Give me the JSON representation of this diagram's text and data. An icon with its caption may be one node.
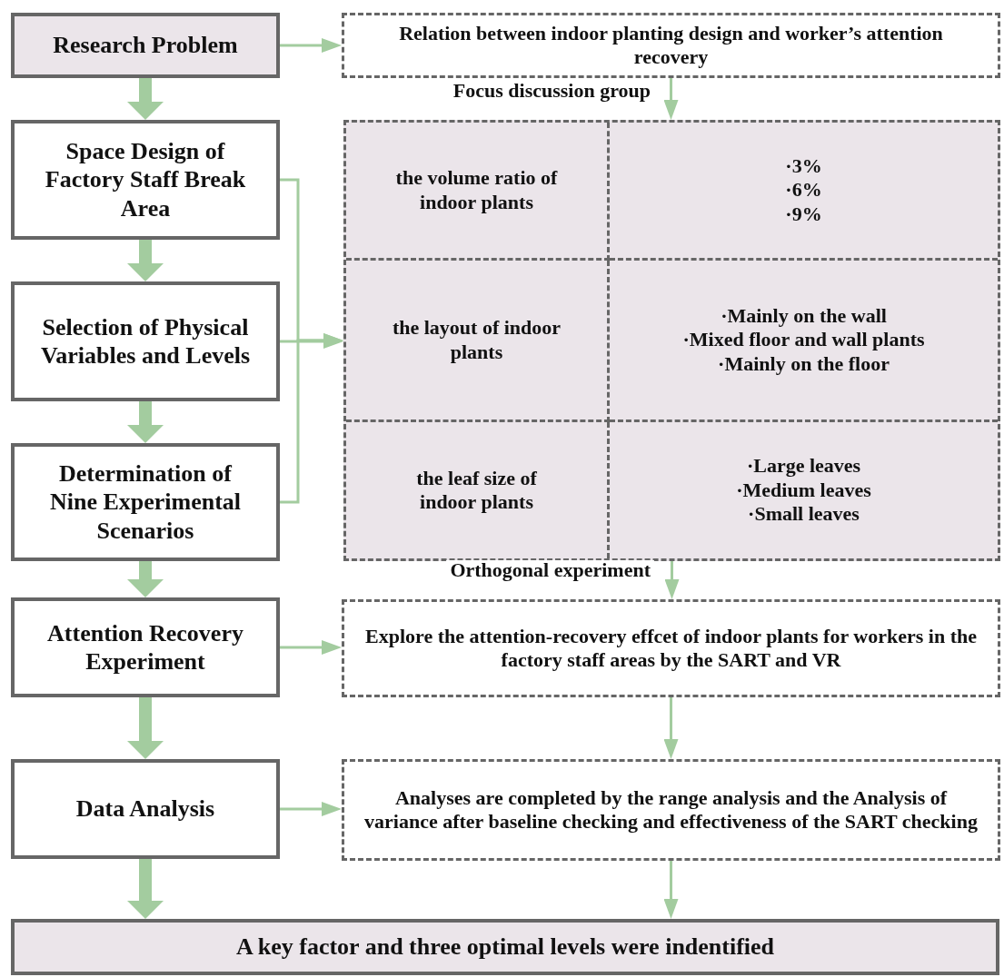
{
  "diagram": {
    "nodes": [
      {
        "text": [
          "Research Problem"
        ]
      },
      {
        "text": [
          "Space Design of Factory Staff Break Area"
        ]
      },
      {
        "text": [
          "Selection of Physical Variables and Levels"
        ]
      },
      {
        "text": [
          "Determination of Nine Experimental Scenarios"
        ]
      },
      {
        "text": [
          "Attention Recovery Experiment"
        ]
      },
      {
        "text": [
          "Data Analysis"
        ]
      },
      {
        "text": [
          "A key factor and three optimal levels were indentified"
        ]
      },
      {
        "text": [
          "Relation between indoor planting design and worker’s attention recovery"
        ]
      },
      {
        "text": [],
        "shape": "box"
      },
      {
        "text": [
          "the volume ratio of indoor plants"
        ],
        "in": 8
      },
      {
        "text": [
          "·3%",
          "·6%",
          "·9%"
        ],
        "in": 8
      },
      {
        "text": [
          "the layout of indoor plants"
        ],
        "in": 8
      },
      {
        "text": [
          "·Mainly on the wall",
          "·Mixed floor and wall plants",
          "·Mainly on the floor"
        ],
        "in": 8
      },
      {
        "text": [
          "the leaf size of indoor plants"
        ],
        "in": 8
      },
      {
        "text": [
          "·Large leaves",
          "·Medium leaves",
          "·Small leaves"
        ],
        "in": 8
      },
      {
        "text": [
          "Explore the attention-recovery effcet of indoor plants for workers in the factory staff areas by the SART and VR"
        ]
      },
      {
        "text": [
          "Analyses are completed by the range analysis and the Analysis of variance after baseline checking and effectiveness of the SART checking"
        ]
      }
    ],
    "edges": [
      {
        "from": 0,
        "to": 1,
        "arrow": "to",
        "style": "thick"
      },
      {
        "from": 1,
        "to": 2,
        "arrow": "to",
        "style": "thick"
      },
      {
        "from": 2,
        "to": 3,
        "arrow": "to",
        "style": "thick"
      },
      {
        "from": 3,
        "to": 4,
        "arrow": "to",
        "style": "thick"
      },
      {
        "from": 4,
        "to": 5,
        "arrow": "to",
        "style": "thick"
      },
      {
        "from": 5,
        "to": 6,
        "arrow": "to",
        "style": "thick"
      },
      {
        "from": 0,
        "to": 7,
        "arrow": "to"
      },
      {
        "from": 7,
        "to": 8,
        "arrow": "to",
        "label": "Focus discussion group"
      },
      {
        "from": 1,
        "to": 8,
        "arrow": "to"
      },
      {
        "from": 2,
        "to": 8,
        "arrow": "to"
      },
      {
        "from": 3,
        "to": 8,
        "arrow": "to"
      },
      {
        "from": 8,
        "to": 15,
        "arrow": "to",
        "label": "Orthogonal experiment"
      },
      {
        "from": 4,
        "to": 15,
        "arrow": "to"
      },
      {
        "from": 15,
        "to": 16,
        "arrow": "to"
      },
      {
        "from": 5,
        "to": 16,
        "arrow": "to"
      },
      {
        "from": 16,
        "to": 6,
        "arrow": "to"
      }
    ]
  }
}
